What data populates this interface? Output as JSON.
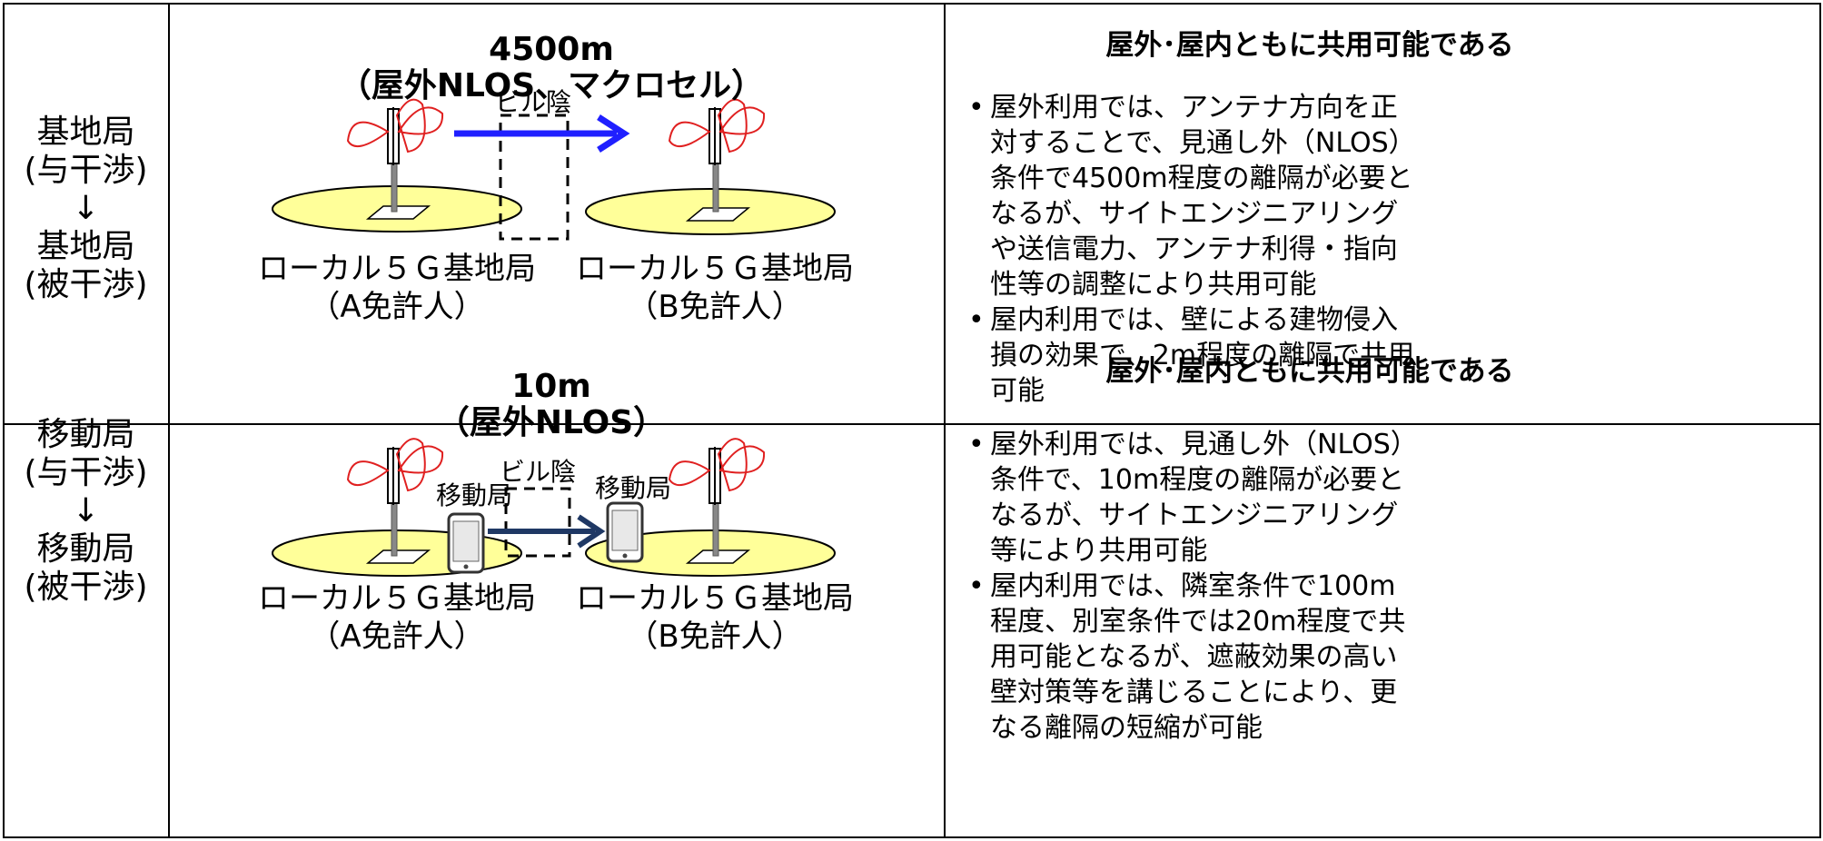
{
  "rows": [
    {
      "label": [
        "基地局",
        "(与干渉)",
        "↓",
        "基地局",
        "(被干渉)"
      ],
      "distance": "4500m",
      "condition": "（屋外NLOS、マクロセル）",
      "building_label": "ビル陰",
      "left_station": "ローカル５Ｇ基地局",
      "left_licensee": "（A免許人）",
      "right_station": "ローカル５Ｇ基地局",
      "right_licensee": "（B免許人）",
      "arrow_color": "#1f1fff",
      "summary": "屋外･屋内ともに共用可能である",
      "bullets": [
        "屋外利用では、アンテナ方向を正対することで、見通し外（NLOS）条件で4500m程度の離隔が必要となるが、サイトエンジニアリングや送信電力、アンテナ利得・指向性等の調整により共用可能",
        "屋内利用では、壁による建物侵入損の効果で、2m程度の離隔で共用可能"
      ]
    },
    {
      "label": [
        "移動局",
        "(与干渉)",
        "↓",
        "移動局",
        "(被干渉)"
      ],
      "distance": "10m",
      "condition": "（屋外NLOS）",
      "building_label": "ビル陰",
      "mobile_left_label": "移動局",
      "mobile_right_label": "移動局",
      "left_station": "ローカル５Ｇ基地局",
      "left_licensee": "（A免許人）",
      "right_station": "ローカル５Ｇ基地局",
      "right_licensee": "（B免許人）",
      "arrow_color": "#1f3864",
      "summary": "屋外･屋内ともに共用可能である",
      "bullets": [
        "屋外利用では、見通し外（NLOS）条件で、10m程度の離隔が必要となるが、サイトエンジニアリング等により共用可能",
        "屋内利用では、隣室条件で100m程度、別室条件では20m程度で共用可能となるが、遮蔽効果の高い壁対策等を講じることにより、更なる離隔の短縮が可能"
      ]
    }
  ],
  "colors": {
    "ground": "#ffff99",
    "lobe": "#e02020",
    "border": "#000000"
  }
}
